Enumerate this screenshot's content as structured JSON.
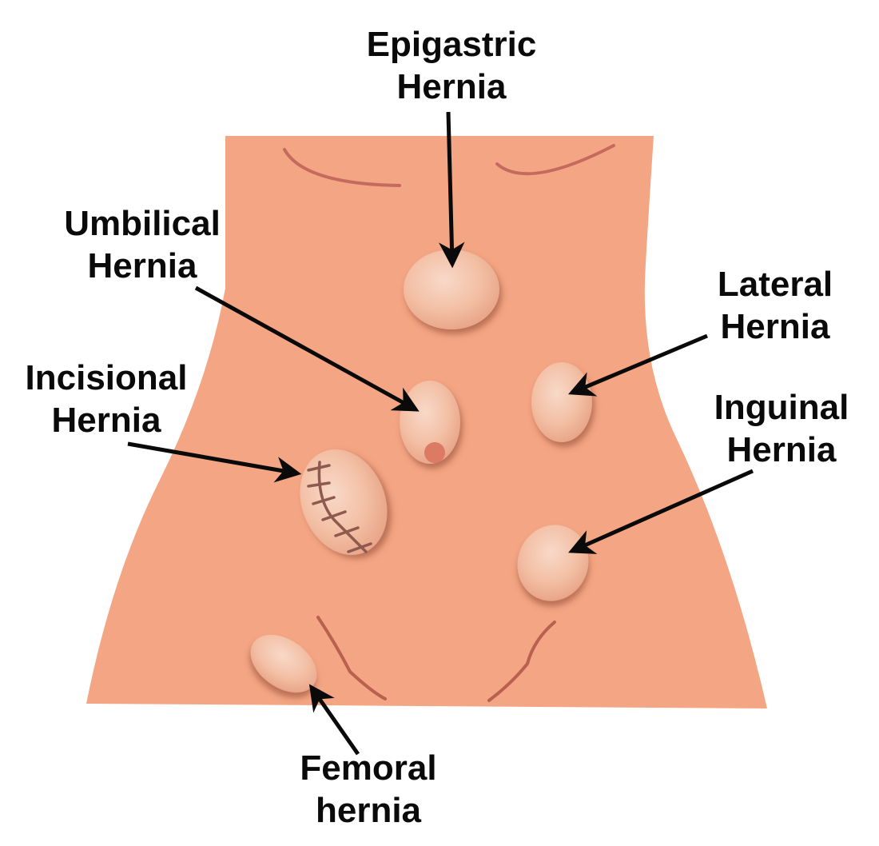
{
  "colors": {
    "skin": "#f4a583",
    "crease": "#c56a5e",
    "bulge": "#f6c7b1",
    "bulge_shadow": "#b36a52",
    "arrow": "#0a0a0a",
    "text": "#0a0a0a",
    "navel": "#dd7a64"
  },
  "labels": {
    "epigastric": {
      "line1": "Epigastric",
      "line2": "Hernia"
    },
    "umbilical": {
      "line1": "Umbilical",
      "line2": "Hernia"
    },
    "incisional": {
      "line1": "Incisional",
      "line2": "Hernia"
    },
    "lateral": {
      "line1": "Lateral",
      "line2": "Hernia"
    },
    "inguinal": {
      "line1": "Inguinal",
      "line2": "Hernia"
    },
    "femoral": {
      "line1": "Femoral",
      "line2": "hernia"
    }
  }
}
